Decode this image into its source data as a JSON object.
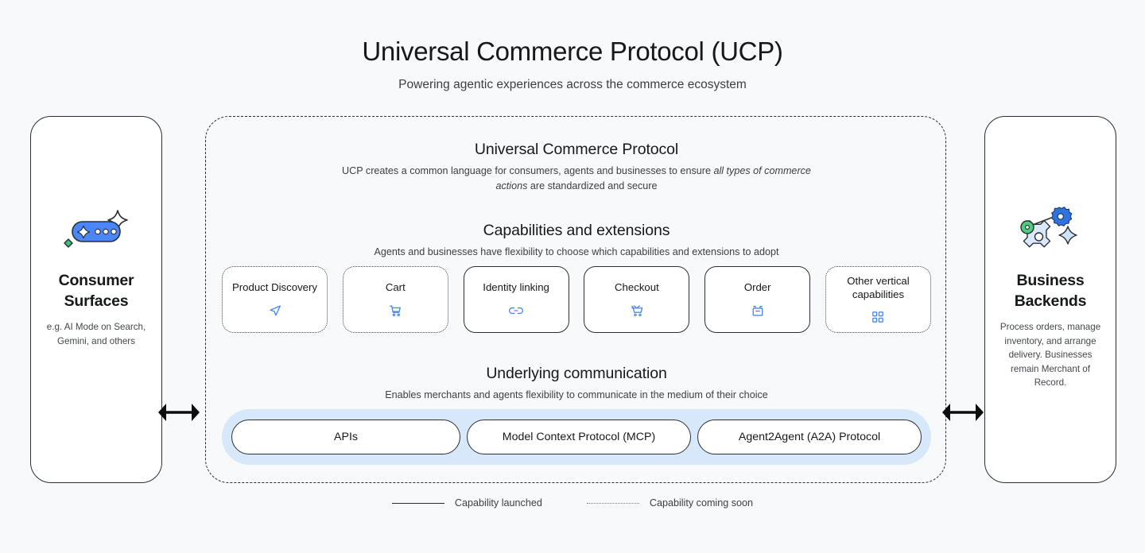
{
  "header": {
    "title": "Universal Commerce Protocol (UCP)",
    "subtitle": "Powering agentic experiences across the commerce ecosystem"
  },
  "left_panel": {
    "icon": "ai-chat-pill-sparkle-icon",
    "title": "Consumer Surfaces",
    "description": "e.g. AI Mode on Search, Gemini, and others"
  },
  "right_panel": {
    "icon": "gears-backend-sparkle-icon",
    "title": "Business Backends",
    "description": "Process orders, manage inventory, and arrange delivery. Businesses remain Merchant of Record."
  },
  "arrows": {
    "left": "bidirectional-arrow-icon",
    "right": "bidirectional-arrow-icon"
  },
  "ucp_section": {
    "title": "Universal Commerce Protocol",
    "sub_before": "UCP creates a common language for consumers, agents and businesses to ensure ",
    "sub_italic": "all types of commerce actions",
    "sub_after": " are standardized and secure"
  },
  "capabilities_section": {
    "title": "Capabilities and extensions",
    "subtitle": "Agents and businesses have flexibility to choose which capabilities and extensions to adopt",
    "cards": [
      {
        "label": "Product Discovery",
        "icon": "send-arrow-icon",
        "status": "coming-soon"
      },
      {
        "label": "Cart",
        "icon": "shopping-cart-icon",
        "status": "coming-soon"
      },
      {
        "label": "Identity linking",
        "icon": "link-icon",
        "status": "launched"
      },
      {
        "label": "Checkout",
        "icon": "cart-checkout-icon",
        "status": "launched"
      },
      {
        "label": "Order",
        "icon": "order-box-icon",
        "status": "launched"
      },
      {
        "label": "Other vertical capabilities",
        "icon": "grid-apps-icon",
        "status": "coming-soon"
      }
    ]
  },
  "communication_section": {
    "title": "Underlying communication",
    "subtitle": "Enables merchants and agents flexibility to communicate in the medium of their choice",
    "pills": [
      {
        "label": "APIs"
      },
      {
        "label": "Model Context Protocol (MCP)"
      },
      {
        "label": "Agent2Agent (A2A) Protocol"
      }
    ]
  },
  "legend": {
    "launched_label": "Capability launched",
    "coming_soon_label": "Capability coming soon"
  },
  "colors": {
    "background": "#f7f9fa",
    "stroke": "#2b2f33",
    "accent_blue": "#4a86f7",
    "band_blue": "#d7e8fb",
    "green": "#34a853"
  }
}
